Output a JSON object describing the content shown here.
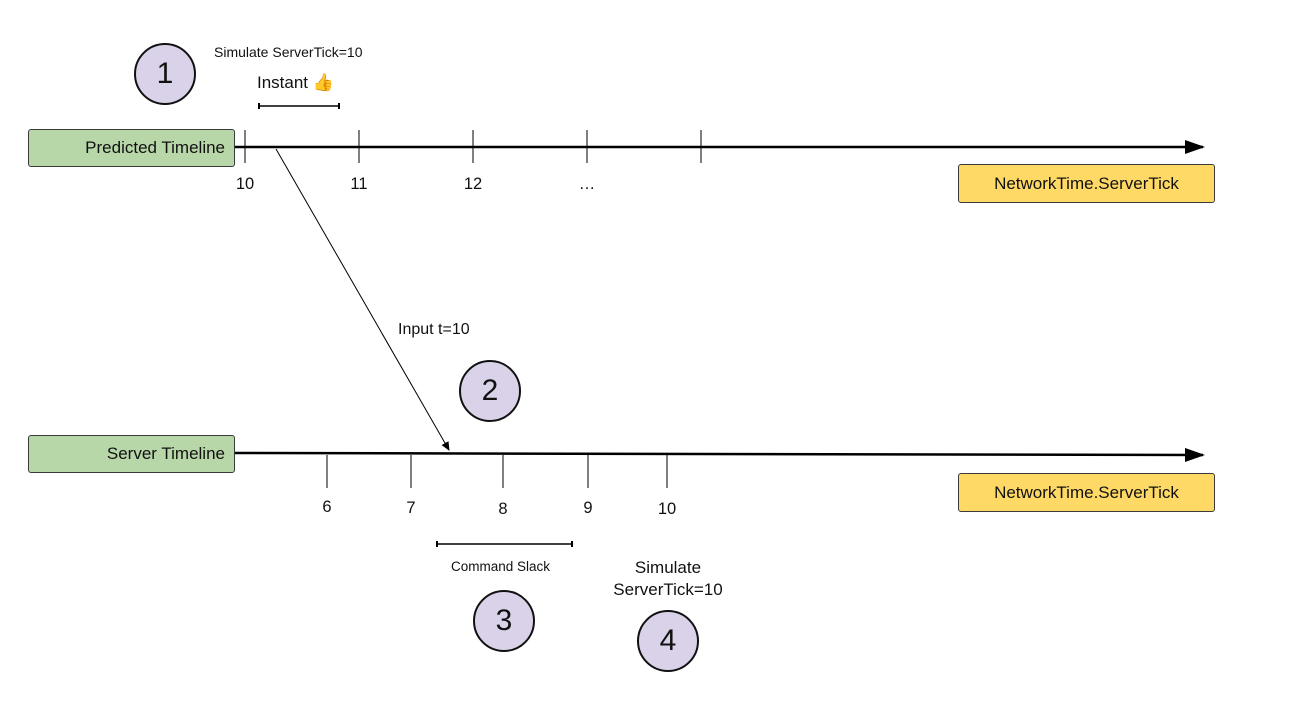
{
  "predicted": {
    "box_label": "Predicted Timeline",
    "tick_labels": [
      "10",
      "11",
      "12",
      "…"
    ],
    "clock_label": "NetworkTime.ServerTick",
    "simulate_label": "Simulate ServerTick=10",
    "instant_label": "Instant 👍",
    "step": "1"
  },
  "input": {
    "label": "Input t=10",
    "step": "2"
  },
  "server": {
    "box_label": "Server Timeline",
    "tick_labels": [
      "6",
      "7",
      "8",
      "9",
      "10"
    ],
    "clock_label": "NetworkTime.ServerTick",
    "slack_label": "Command Slack",
    "slack_step": "3",
    "simulate_line1": "Simulate",
    "simulate_line2": "ServerTick=10",
    "simulate_step": "4"
  },
  "colors": {
    "timeline_box": "#b7d7a8",
    "clock_box": "#ffd966",
    "step_circle": "#d9d2e9",
    "line": "#000000"
  }
}
